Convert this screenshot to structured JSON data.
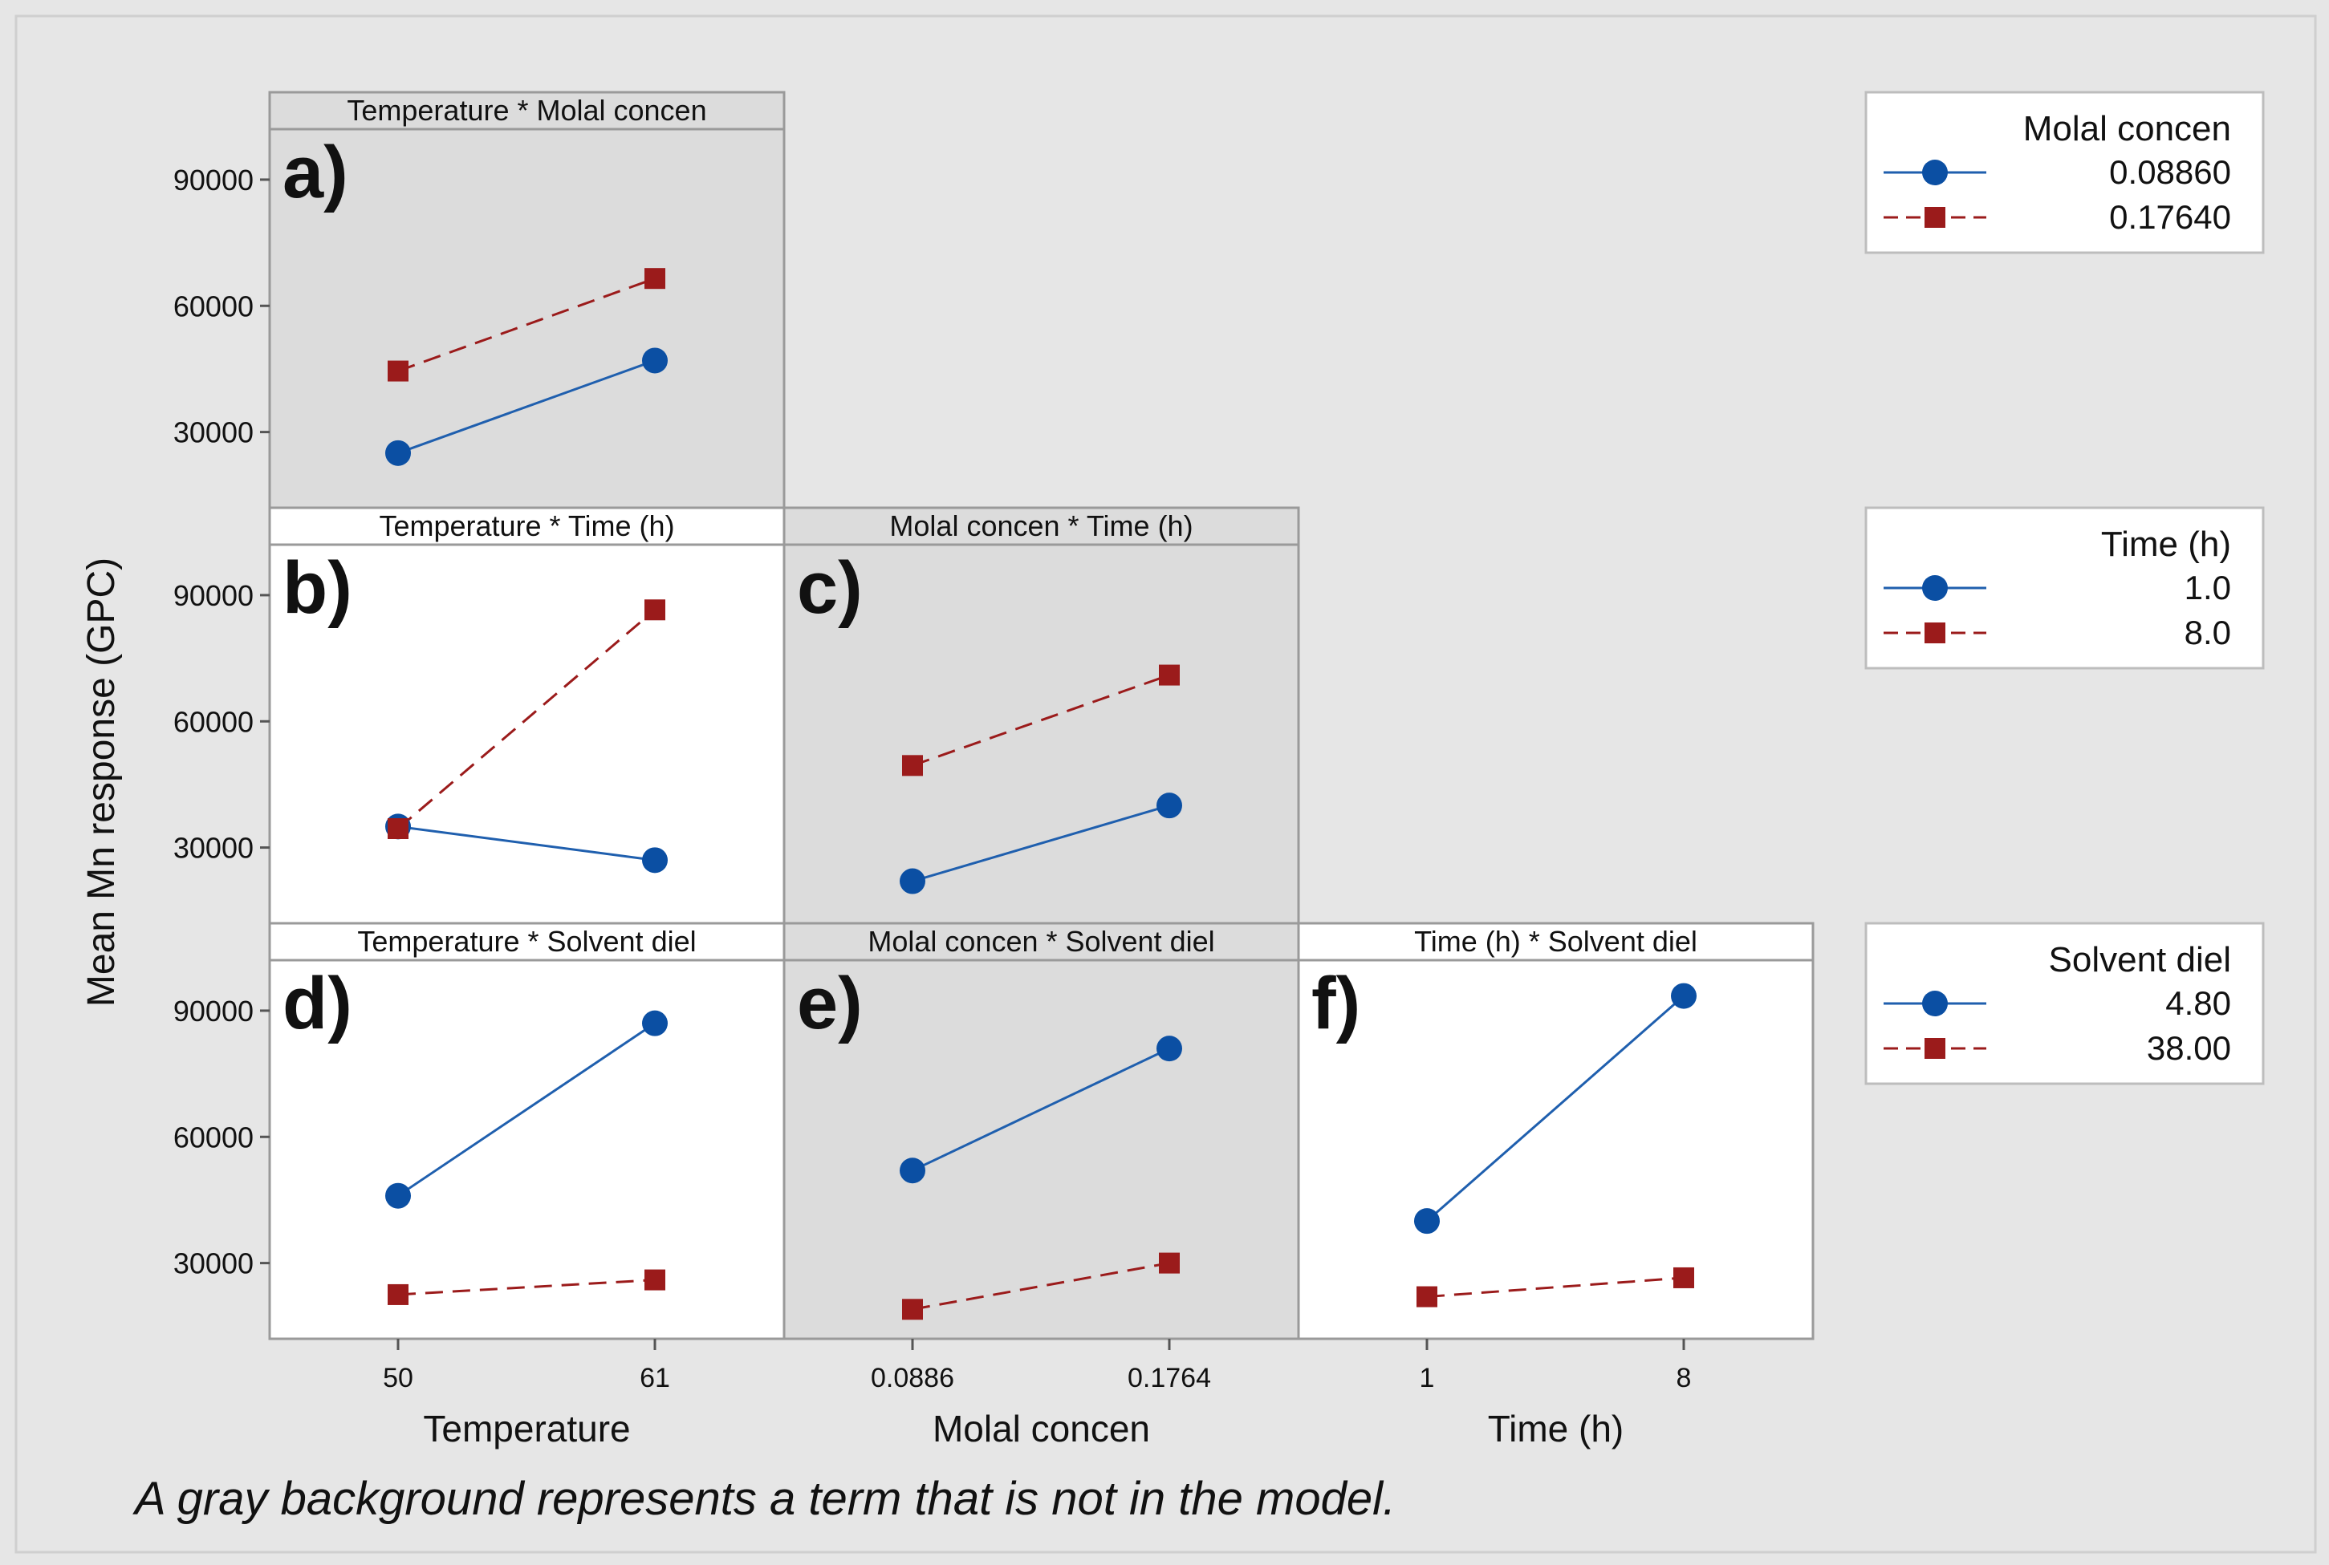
{
  "colors": {
    "outer_bg": "#e6e6e6",
    "panel_in_model": "#ffffff",
    "panel_not_in_model": "#dcdcdc",
    "series1": "#1f5fae",
    "series1_marker": "#0b4fa3",
    "series2": "#9b1b1b",
    "frame": "#9a9a9a",
    "text": "#111111"
  },
  "chart_data": {
    "type": "line",
    "subtype": "interaction-plot-matrix",
    "ylabel": "Mean Mn response (GPC)",
    "yticks": [
      30000,
      60000,
      90000
    ],
    "ylim": [
      12000,
      102000
    ],
    "grid": false,
    "footnote": "A gray background represents a term that is not in the model.",
    "x_factors": [
      {
        "label": "Temperature",
        "ticks": [
          "50",
          "61"
        ]
      },
      {
        "label": "Molal concen",
        "ticks": [
          "0.0886",
          "0.1764"
        ]
      },
      {
        "label": "Time (h)",
        "ticks": [
          "1",
          "8"
        ]
      }
    ],
    "legends": [
      {
        "title": "Molal concen",
        "entries": [
          "0.08860",
          "0.17640"
        ]
      },
      {
        "title": "Time (h)",
        "entries": [
          "1.0",
          "8.0"
        ]
      },
      {
        "title": "Solvent diel",
        "entries": [
          "4.80",
          "38.00"
        ]
      }
    ],
    "panels": [
      {
        "letter": "a)",
        "title": "Temperature * Molal concen",
        "row": 0,
        "col": 0,
        "in_model": false,
        "series": [
          {
            "values": [
              25000,
              47000
            ]
          },
          {
            "values": [
              44500,
              66500
            ]
          }
        ]
      },
      {
        "letter": "b)",
        "title": "Temperature * Time (h)",
        "row": 1,
        "col": 0,
        "in_model": true,
        "series": [
          {
            "values": [
              35000,
              27000
            ]
          },
          {
            "values": [
              34500,
              86500
            ]
          }
        ]
      },
      {
        "letter": "c)",
        "title": "Molal concen * Time (h)",
        "row": 1,
        "col": 1,
        "in_model": false,
        "series": [
          {
            "values": [
              22000,
              40000
            ]
          },
          {
            "values": [
              49500,
              71000
            ]
          }
        ]
      },
      {
        "letter": "d)",
        "title": "Temperature * Solvent diel",
        "row": 2,
        "col": 0,
        "in_model": true,
        "series": [
          {
            "values": [
              46000,
              87000
            ]
          },
          {
            "values": [
              22500,
              26000
            ]
          }
        ]
      },
      {
        "letter": "e)",
        "title": "Molal concen * Solvent diel",
        "row": 2,
        "col": 1,
        "in_model": false,
        "series": [
          {
            "values": [
              52000,
              81000
            ]
          },
          {
            "values": [
              19000,
              30000
            ]
          }
        ]
      },
      {
        "letter": "f)",
        "title": "Time (h) * Solvent diel",
        "row": 2,
        "col": 2,
        "in_model": true,
        "series": [
          {
            "values": [
              40000,
              93500
            ]
          },
          {
            "values": [
              22000,
              26500
            ]
          }
        ]
      }
    ]
  }
}
